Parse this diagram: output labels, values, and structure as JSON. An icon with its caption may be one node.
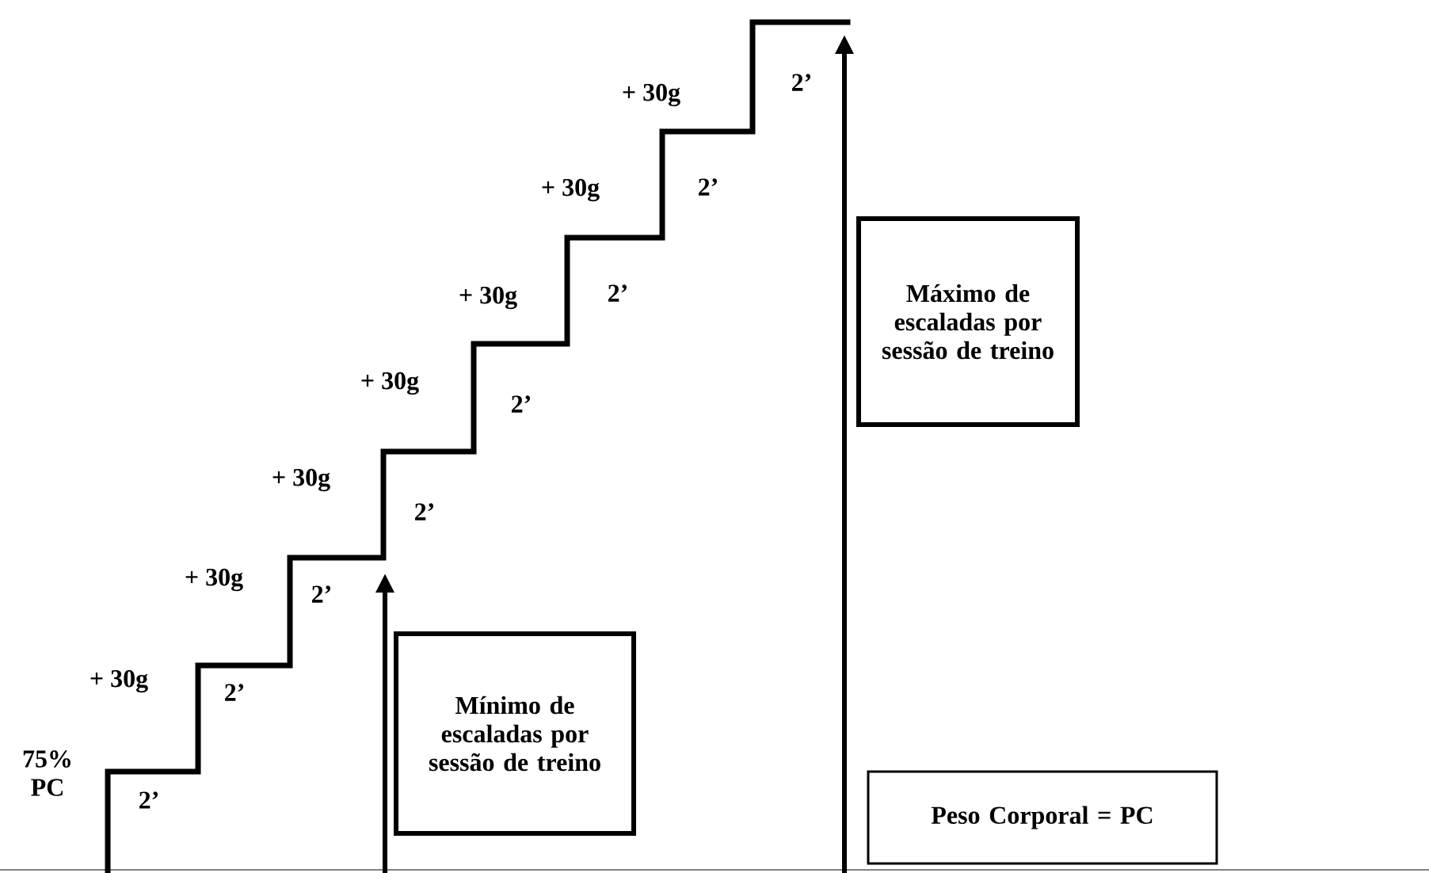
{
  "diagram": {
    "nodes": [
      {
        "text": [
          "Mínimo de escaladas por sessão de treino"
        ]
      },
      {
        "text": [
          "Máximo de escaladas por sessão de treino"
        ]
      },
      {
        "text": [
          "Peso Corporal = PC"
        ]
      }
    ],
    "labels": [
      "75% PC",
      "2’",
      "+ 30g",
      "2’",
      "+ 30g",
      "2’",
      "+ 30g",
      "2’",
      "+ 30g",
      "2’",
      "+ 30g",
      "2’",
      "+ 30g",
      "2’",
      "+ 30g",
      "2’"
    ]
  }
}
